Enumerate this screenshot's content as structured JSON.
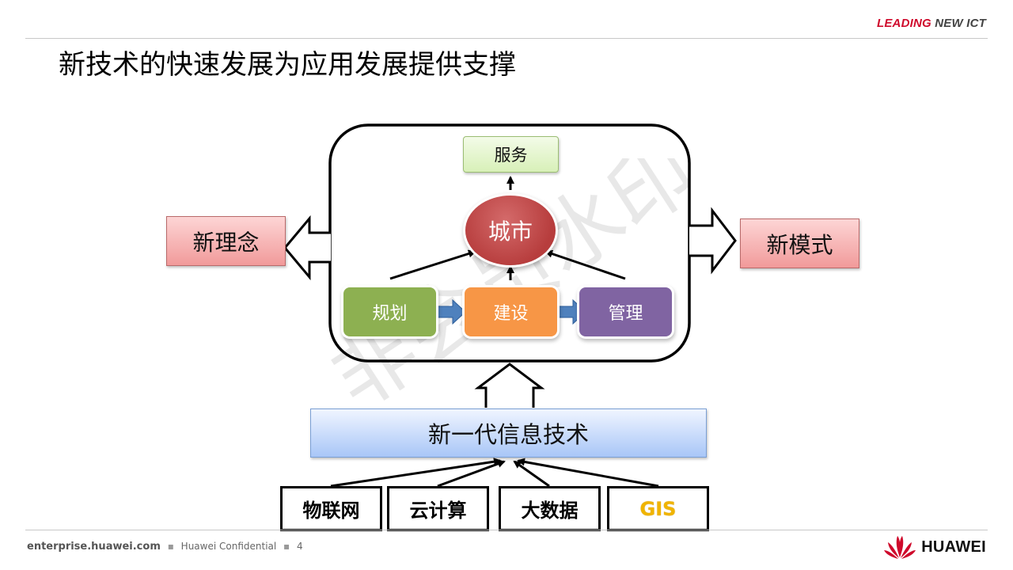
{
  "header": {
    "brand_leading": "LEADING",
    "brand_rest": "NEW ICT"
  },
  "slide": {
    "title": "新技术的快速发展为应用发展提供支撑"
  },
  "diagram": {
    "left_concept": "新理念",
    "right_concept": "新模式",
    "service": "服务",
    "city": "城市",
    "steps": [
      {
        "label": "规划",
        "color": "#8db051"
      },
      {
        "label": "建设",
        "color": "#f79646"
      },
      {
        "label": "管理",
        "color": "#8064a2"
      }
    ],
    "tech_main": "新一代信息技术",
    "techs": [
      {
        "label": "物联网",
        "color": "#000000"
      },
      {
        "label": "云计算",
        "color": "#000000"
      },
      {
        "label": "大数据",
        "color": "#000000"
      },
      {
        "label": "GIS",
        "color": "#f0b400"
      }
    ]
  },
  "watermark": {
    "text": "非会员水印"
  },
  "footer": {
    "site": "enterprise.huawei.com",
    "confidential": "Huawei Confidential",
    "page": "4"
  },
  "logo": {
    "wordmark": "HUAWEI"
  },
  "colors": {
    "brand_red": "#cf0a2c"
  }
}
